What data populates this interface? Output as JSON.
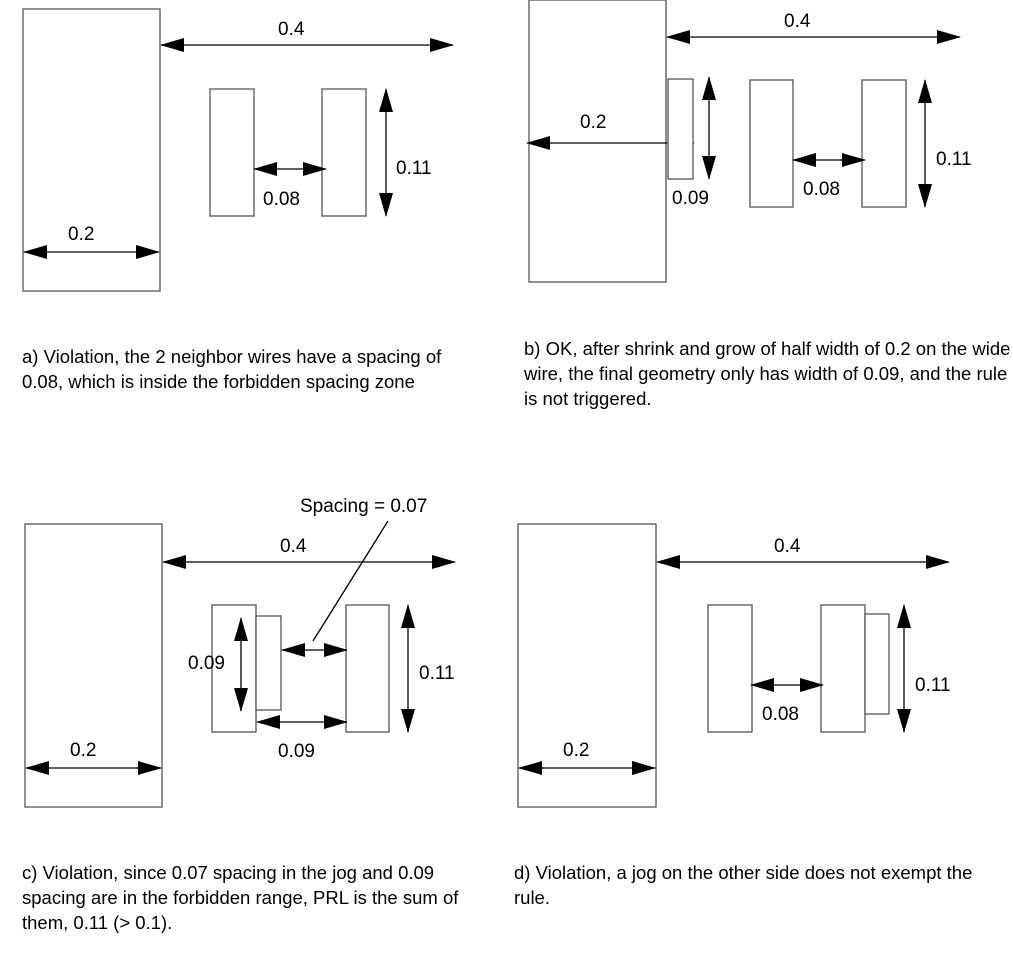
{
  "panels": {
    "a": {
      "caption": "a) Violation, the 2 neighbor wires have a spacing of 0.08, which is inside the forbidden spacing zone",
      "labels": {
        "wide_width": "0.2",
        "range": "0.4",
        "spacing": "0.08",
        "prl": "0.11"
      }
    },
    "b": {
      "caption": "b) OK, after shrink and grow of half width of 0.2 on the wide wire, the final geometry only has width of 0.09, and the rule is not triggered.",
      "labels": {
        "wide_width": "0.2",
        "range": "0.4",
        "jog_height": "0.09",
        "spacing": "0.08",
        "prl": "0.11"
      }
    },
    "c": {
      "caption": "c) Violation, since 0.07 spacing in the jog and 0.09 spacing are in the forbidden range, PRL is the sum of them, 0.11 (> 0.1).",
      "labels": {
        "wide_width": "0.2",
        "range": "0.4",
        "jog_prl": "0.09",
        "spacing": "0.09",
        "prl": "0.11",
        "callout": "Spacing = 0.07"
      }
    },
    "d": {
      "caption": "d) Violation, a jog on the other side does not exempt the rule.",
      "labels": {
        "wide_width": "0.2",
        "range": "0.4",
        "spacing": "0.08",
        "prl": "0.11"
      }
    }
  }
}
